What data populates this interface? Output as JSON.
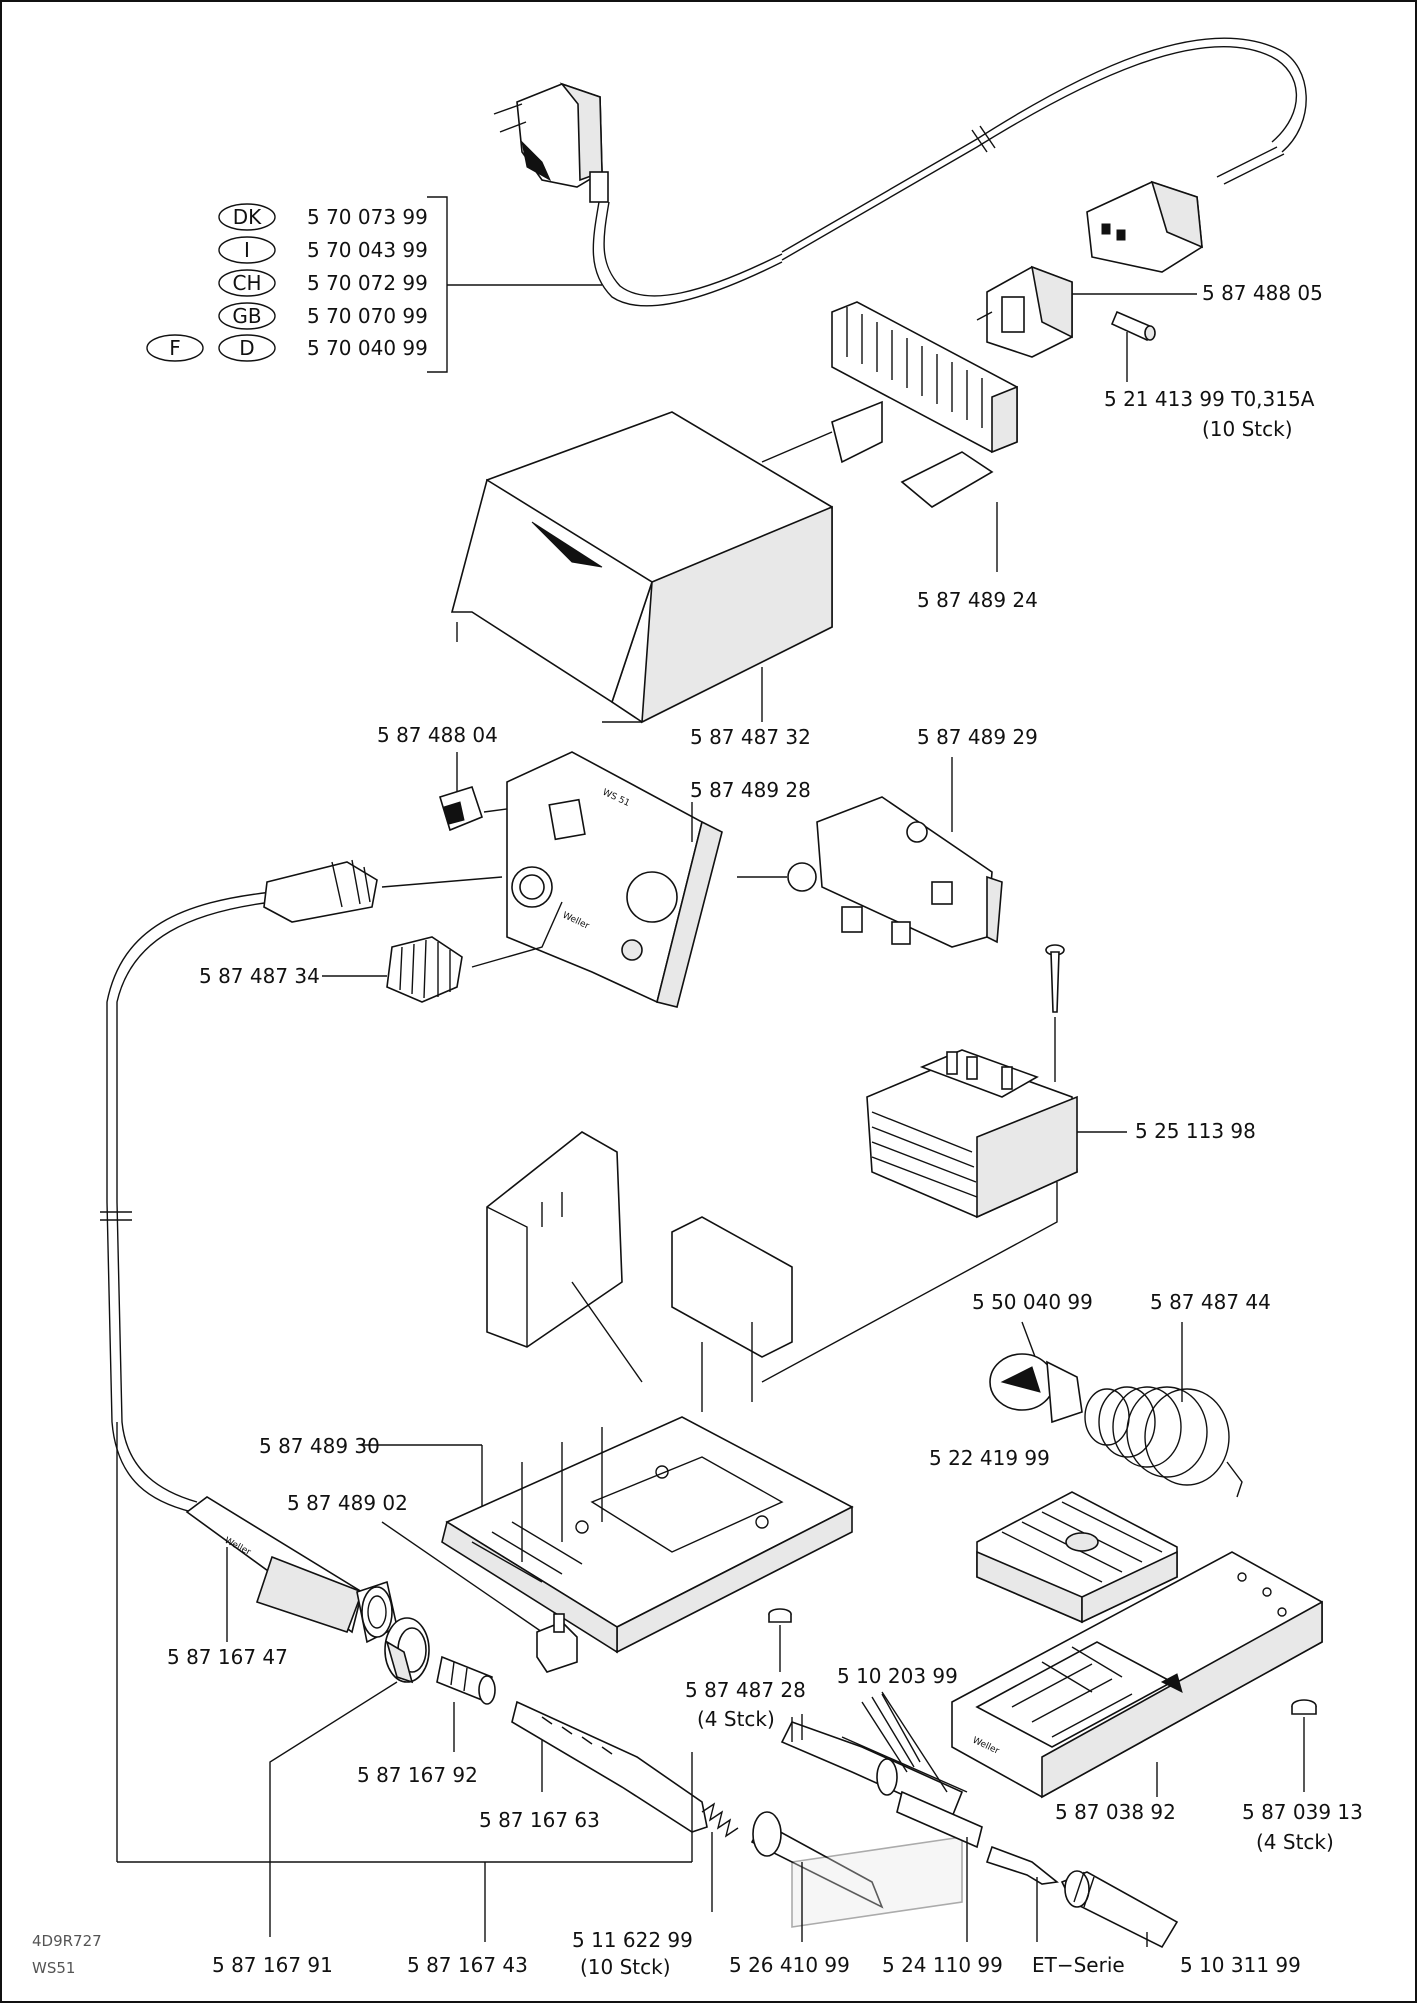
{
  "country_variants": [
    {
      "codes": [
        "DK"
      ],
      "part": "5 70 073 99"
    },
    {
      "codes": [
        "I"
      ],
      "part": "5 70 043 99"
    },
    {
      "codes": [
        "CH"
      ],
      "part": "5 70 072 99"
    },
    {
      "codes": [
        "GB"
      ],
      "part": "5 70 070 99"
    },
    {
      "codes": [
        "F",
        "D"
      ],
      "part": "5 70 040 99"
    }
  ],
  "parts": {
    "socket": "5 87 488 05",
    "fuse": "5 21 413  99   T0,315A",
    "fuse_qty": "(10  Stck)",
    "heatsink": "5 87 489 24",
    "cover": "5 87 487 32",
    "switch": "5 87 488 04",
    "front_panel": "5 87 489 28",
    "pcb": "5 87 489 29",
    "knob": "5 87 487 34",
    "transformer": "5 25 113 98",
    "sponge_holder": "5 50 040 99",
    "spiral_holder": "5 87 487 44",
    "base": "5 87 489 30",
    "sponge": "5 22 419 99",
    "clamp": "5 87 489 02",
    "handle": "5 87 167 47",
    "feet": "5 87 487 28",
    "feet_qty": "(4  Stck)",
    "heater": "5 10 203 99",
    "stand": "5 87 038 92",
    "stand_feet": "5 87 039 13",
    "stand_feet_qty": "(4  Stck)",
    "nut": "5 87 167 92",
    "contact": "5 87 167 63",
    "grip_ring": "5 87 167 91",
    "cable": "5 87 167 43",
    "spring": "5 11 622 99",
    "spring_qty": "(10  Stck)",
    "sleeve": "5 26 410 99",
    "tube": "5 24 110 99",
    "tip_series": "ET−Serie",
    "tip_nut": "5 10 311 99"
  },
  "drawing": {
    "code": "4D9R727",
    "model": "WS51"
  },
  "panel_marks": {
    "brand": "Weller",
    "model": "WS 51"
  }
}
